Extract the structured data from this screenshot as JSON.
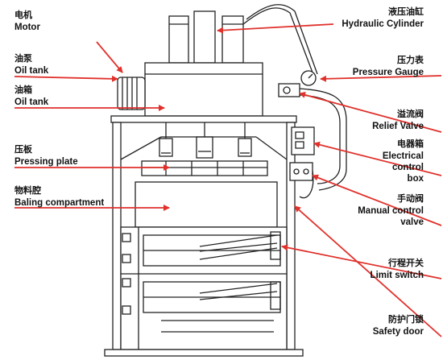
{
  "colors": {
    "line": "#222222",
    "arrow": "#e0312b",
    "background": "#ffffff"
  },
  "labels": {
    "motor": {
      "zh": "电机",
      "en": "Motor"
    },
    "oil_pump": {
      "zh": "油泵",
      "en": "Oil tank"
    },
    "oil_tank": {
      "zh": "油箱",
      "en": "Oil tank"
    },
    "pressing": {
      "zh": "压板",
      "en": "Pressing plate"
    },
    "baling": {
      "zh": "物料腔",
      "en": "Baling compartment"
    },
    "cylinder": {
      "zh": "液压油缸",
      "en": "Hydraulic Cylinder"
    },
    "gauge": {
      "zh": "压力表",
      "en": "Pressure Gauge"
    },
    "relief": {
      "zh": "溢流阀",
      "en": "Relief Valve"
    },
    "electrical": {
      "zh": "电器箱",
      "en1": "Electrical",
      "en2": "control",
      "en3": "box"
    },
    "manual": {
      "zh": "手动阀",
      "en1": "Manual control",
      "en2": "valve"
    },
    "limit": {
      "zh": "行程开关",
      "en": "Limit switch"
    },
    "safety": {
      "zh": "防护门锁",
      "en": "Safety door"
    }
  }
}
